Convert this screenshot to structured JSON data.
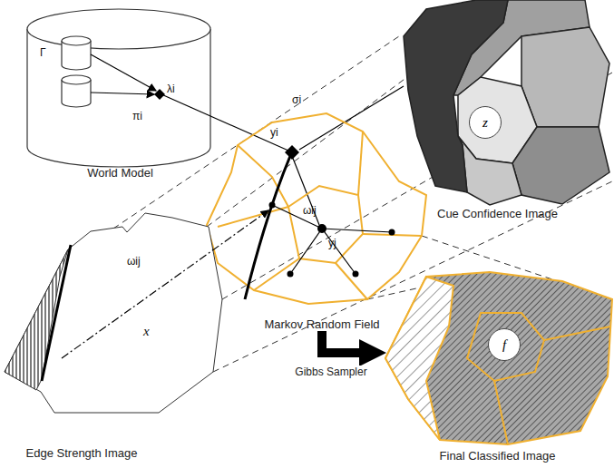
{
  "diagram": {
    "nodes": [
      {
        "text": [
          "World Model"
        ]
      },
      {
        "text": [
          "Cue Confidence Image"
        ]
      },
      {
        "text": [
          "z"
        ],
        "in": 1
      },
      {
        "text": [
          "Markov Random Field"
        ]
      },
      {
        "text": [
          "Edge Strength Image"
        ]
      },
      {
        "text": [
          "Final Classified Image"
        ]
      },
      {
        "text": [
          "f"
        ],
        "in": 5
      }
    ],
    "edges": [
      {
        "from": 3,
        "to": 5,
        "label": "Gibbs Sampler",
        "arrow": "to"
      }
    ],
    "labels": [
      "Γ",
      "λi",
      "πi",
      "σi",
      "yi",
      "ωij",
      "yj",
      "ωij",
      "x"
    ]
  }
}
